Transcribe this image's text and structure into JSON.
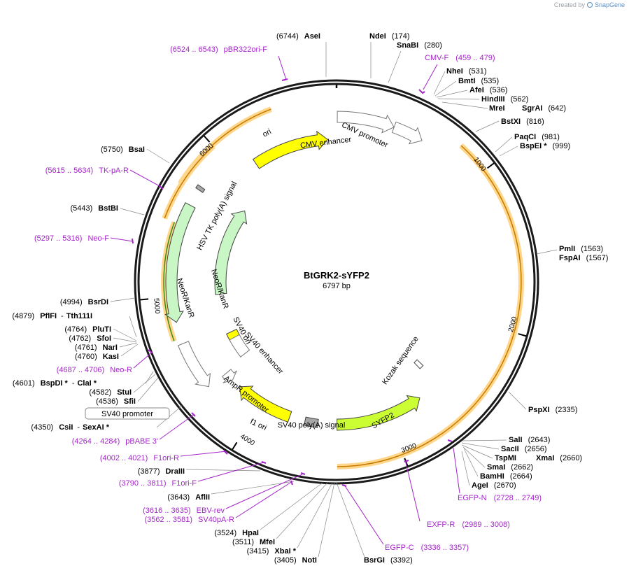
{
  "credit": {
    "prefix": "Created by",
    "brand": "SnapGene"
  },
  "plasmid": {
    "name": "BtGRK2-sYFP2",
    "size_label": "6797 bp",
    "length": 6797
  },
  "ticks": [
    {
      "bp": 1000,
      "label": "1000"
    },
    {
      "bp": 2000,
      "label": "2000"
    },
    {
      "bp": 3000,
      "label": "3000"
    },
    {
      "bp": 4000,
      "label": "4000"
    },
    {
      "bp": 5000,
      "label": "5000"
    },
    {
      "bp": 6000,
      "label": "6000"
    }
  ],
  "features": [
    {
      "name": "CMV enhancer",
      "start": 5,
      "end": 384,
      "strand": 1,
      "ring": "inner1",
      "style": "outline"
    },
    {
      "name": "CMV promoter",
      "start": 385,
      "end": 588,
      "strand": 1,
      "ring": "inner1",
      "style": "outline"
    },
    {
      "name": "ori",
      "start": 6150,
      "end": 6730,
      "strand": 1,
      "ring": "inner2",
      "style": "ori"
    },
    {
      "name": "HSV TK poly(A) signal",
      "start": 5735,
      "end": 5760,
      "strand": 0,
      "ring": "inner1",
      "style": "gray"
    },
    {
      "name": "NeoR/KanR",
      "start": 4830,
      "end": 5620,
      "strand": -1,
      "ring": "inner1",
      "style": "neo"
    },
    {
      "name": "NeoR/KanR",
      "start": 4985,
      "end": 5810,
      "strand": 1,
      "ring": "inner3",
      "style": "neo"
    },
    {
      "name": "SV40 ori",
      "start": 4550,
      "end": 4620,
      "strand": 0,
      "ring": "inner3",
      "style": "ori"
    },
    {
      "name": "SV40 enhancer",
      "start": 4380,
      "end": 4560,
      "strand": 0,
      "ring": "inner3",
      "style": "outline"
    },
    {
      "name": "AmpR promoter",
      "start": 4355,
      "end": 4685,
      "strand": -1,
      "ring": "inner1",
      "style": "outline"
    },
    {
      "name": "SV40 promoter",
      "start": 4280,
      "end": 4350,
      "strand": -1,
      "ring": "inner2",
      "style": "outline"
    },
    {
      "name": "f1 ori",
      "start": 3760,
      "end": 4205,
      "strand": 1,
      "ring": "inner2",
      "style": "ori"
    },
    {
      "name": "SV40 poly(A) signal",
      "start": 3540,
      "end": 3640,
      "strand": 0,
      "ring": "inner2",
      "style": "gray"
    },
    {
      "name": "SYFP2",
      "start": 2725,
      "end": 3395,
      "strand": -1,
      "ring": "inner2",
      "style": "yfp"
    },
    {
      "name": "Kozak sequence",
      "start": 2530,
      "end": 2570,
      "strand": 0,
      "ring": "inner3",
      "style": "kozak"
    }
  ],
  "orfs": [
    {
      "start": 800,
      "end": 3395,
      "strand": -1,
      "ring": "orf1"
    },
    {
      "start": 5705,
      "end": 6405,
      "strand": 1,
      "ring": "orf1"
    },
    {
      "start": 4720,
      "end": 5480,
      "strand": -1,
      "ring": "orf2"
    },
    {
      "start": 5480,
      "end": 6000,
      "strand": 1,
      "ring": "orf2b"
    },
    {
      "start": 5045,
      "end": 5500,
      "strand": -1,
      "ring": "orf3"
    }
  ],
  "enzymes": [
    {
      "name": "AseI",
      "pos": "(6744)"
    },
    {
      "name": "NdeI",
      "pos": "(174)"
    },
    {
      "name": "SnaBI",
      "pos": "(280)"
    },
    {
      "name": "NheI",
      "pos": "(531)"
    },
    {
      "name": "BmtI",
      "pos": "(535)"
    },
    {
      "name": "AfeI",
      "pos": "(536)"
    },
    {
      "name": "HindIII",
      "pos": "(562)"
    },
    {
      "name": "MreI",
      "pos": ""
    },
    {
      "name": "SgrAI",
      "pos": "(642)"
    },
    {
      "name": "BstXI",
      "pos": "(816)"
    },
    {
      "name": "PaqCI",
      "pos": "(981)"
    },
    {
      "name": "BspEI *",
      "pos": "(999)"
    },
    {
      "name": "PmlI",
      "pos": "(1563)"
    },
    {
      "name": "FspAI",
      "pos": "(1567)"
    },
    {
      "name": "PspXI",
      "pos": "(2335)"
    },
    {
      "name": "SalI",
      "pos": "(2643)"
    },
    {
      "name": "SacII",
      "pos": "(2656)"
    },
    {
      "name": "TspMI",
      "pos": ""
    },
    {
      "name": "XmaI",
      "pos": "(2660)"
    },
    {
      "name": "SmaI",
      "pos": "(2662)"
    },
    {
      "name": "BamHI",
      "pos": "(2664)"
    },
    {
      "name": "AgeI",
      "pos": "(2670)"
    },
    {
      "name": "BsrGI",
      "pos": "(3392)"
    },
    {
      "name": "NotI",
      "pos": "(3405)"
    },
    {
      "name": "XbaI *",
      "pos": "(3415)"
    },
    {
      "name": "MfeI",
      "pos": "(3511)"
    },
    {
      "name": "HpaI",
      "pos": "(3524)"
    },
    {
      "name": "AflII",
      "pos": "(3643)"
    },
    {
      "name": "DraIII",
      "pos": "(3877)"
    },
    {
      "name": "CsiI",
      "pos": "(4350)"
    },
    {
      "name": "SexAI *",
      "pos": ""
    },
    {
      "name": "SfiI",
      "pos": "(4536)"
    },
    {
      "name": "StuI",
      "pos": "(4582)"
    },
    {
      "name": "BspDI *",
      "pos": "(4601)"
    },
    {
      "name": "ClaI *",
      "pos": ""
    },
    {
      "name": "KasI",
      "pos": "(4760)"
    },
    {
      "name": "NarI",
      "pos": "(4761)"
    },
    {
      "name": "SfoI",
      "pos": "(4762)"
    },
    {
      "name": "PluTI",
      "pos": "(4764)"
    },
    {
      "name": "PflFI",
      "pos": "(4879)"
    },
    {
      "name": "Tth111I",
      "pos": ""
    },
    {
      "name": "BsrDI",
      "pos": "(4994)"
    },
    {
      "name": "BstBI",
      "pos": "(5443)"
    },
    {
      "name": "BsaI",
      "pos": "(5750)"
    }
  ],
  "primers": [
    {
      "name": "pBR322ori-F",
      "range": "(6524 .. 6543)"
    },
    {
      "name": "CMV-F",
      "range": "(459 .. 479)"
    },
    {
      "name": "TK-pA-R",
      "range": "(5615 .. 5634)"
    },
    {
      "name": "Neo-F",
      "range": "(5297 .. 5316)"
    },
    {
      "name": "Neo-R",
      "range": "(4687 .. 4706)"
    },
    {
      "name": "pBABE 3'",
      "range": "(4264 .. 4284)"
    },
    {
      "name": "F1ori-R",
      "range": "(4002 .. 4021)"
    },
    {
      "name": "F1ori-F",
      "range": "(3790 .. 3811)"
    },
    {
      "name": "EBV-rev",
      "range": "(3616 .. 3635)"
    },
    {
      "name": "SV40pA-R",
      "range": "(3562 .. 3581)"
    },
    {
      "name": "EGFP-C",
      "range": "(3336 .. 3357)"
    },
    {
      "name": "EXFP-R",
      "range": "(2989 .. 3008)"
    },
    {
      "name": "EGFP-N",
      "range": "(2728 .. 2749)"
    }
  ],
  "colors": {
    "backbone": "#1a1a1a",
    "primer": "#a425c9",
    "ori": "#ffff00",
    "neo": "#c8f7c5",
    "yfp": "#ccff33",
    "gray": "#a6a6a6",
    "orf_glow": "#ffd68a",
    "orf_line": "#c57a00",
    "orf_green": "#3a8a1a"
  }
}
